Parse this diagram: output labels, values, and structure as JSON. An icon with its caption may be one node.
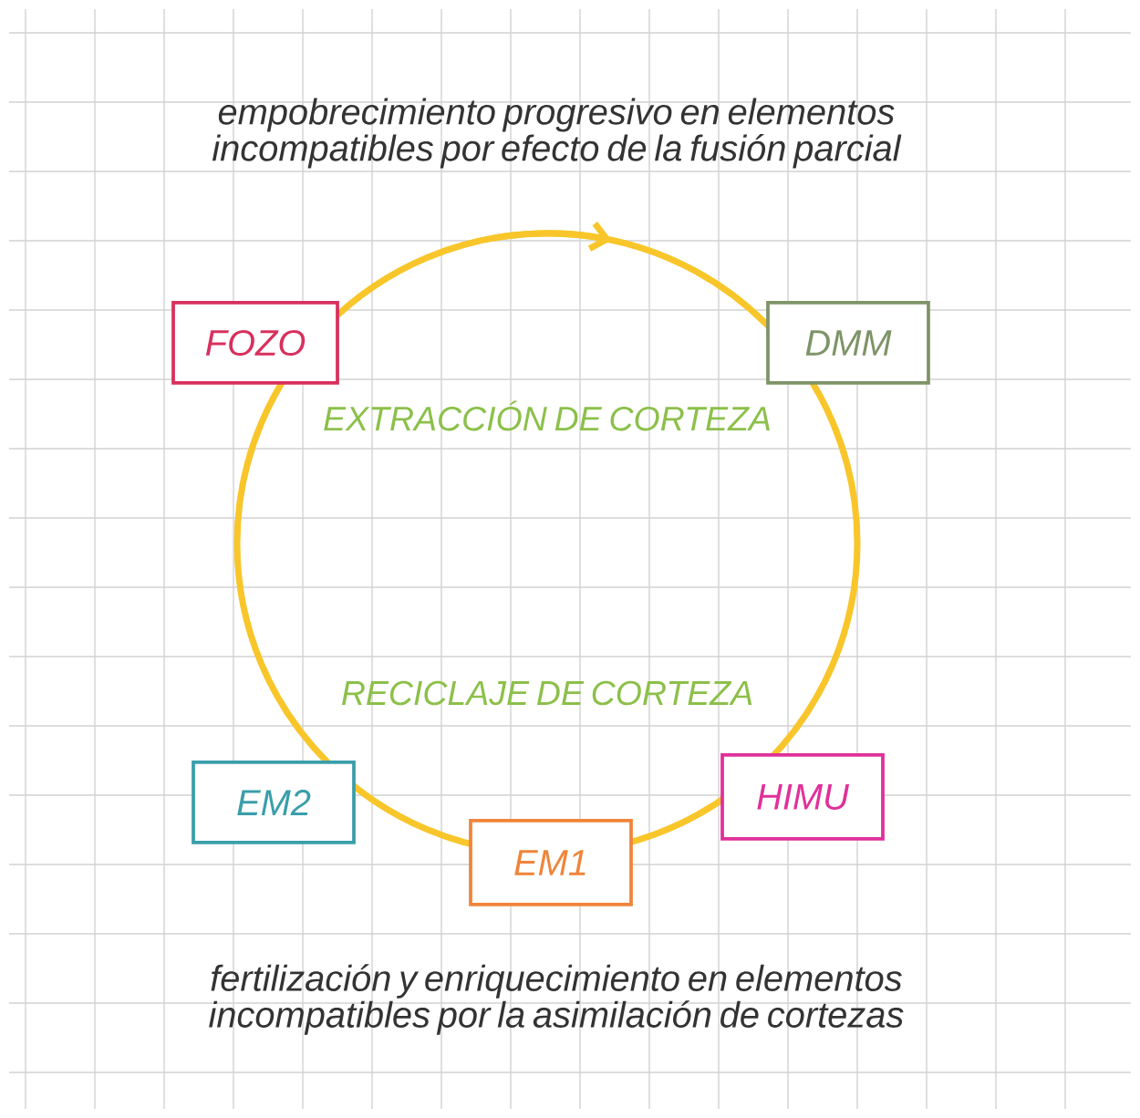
{
  "diagram": {
    "nodes": [
      {
        "text": [
          "FOZO"
        ]
      },
      {
        "text": [
          "DMM"
        ]
      },
      {
        "text": [
          "EM2"
        ]
      },
      {
        "text": [
          "EM1"
        ]
      },
      {
        "text": [
          "HIMU"
        ]
      }
    ],
    "labels": [
      "empobrecimiento progresivo en elementos incompatibles por efecto de la fusión parcial",
      "EXTRACCIÓN DE CORTEZA",
      "RECICLAJE DE CORTEZA",
      "fertilización y enriquecimiento en elementos incompatibles por la asimilación de cortezas"
    ]
  }
}
